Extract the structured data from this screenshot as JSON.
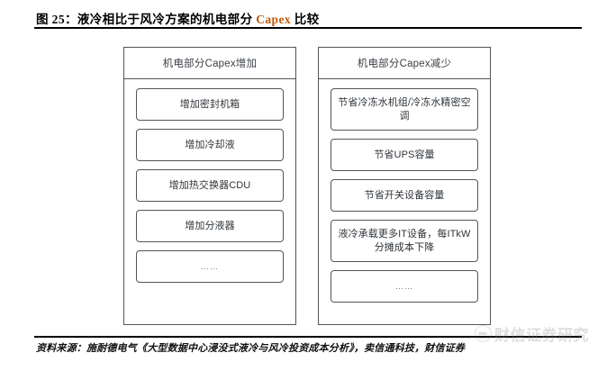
{
  "figure": {
    "title_prefix": "图 25：液冷相比于风冷方案的机电部分 ",
    "title_accent": "Capex",
    "title_suffix": " 比较"
  },
  "diagram": {
    "type": "comparison-columns",
    "panels": [
      {
        "id": "increase",
        "header": "机电部分Capex增加",
        "items": [
          {
            "text": "增加密封机箱",
            "lines": 1
          },
          {
            "text": "增加冷却液",
            "lines": 1
          },
          {
            "text": "增加热交换器CDU",
            "lines": 1
          },
          {
            "text": "增加分液器",
            "lines": 1
          },
          {
            "text": "……",
            "lines": 1,
            "ellipsis": true
          }
        ]
      },
      {
        "id": "decrease",
        "header": "机电部分Capex减少",
        "items": [
          {
            "text": "节省冷冻水机组/冷冻水精密空调",
            "lines": 2
          },
          {
            "text": "节省UPS容量",
            "lines": 1
          },
          {
            "text": "节省开关设备容量",
            "lines": 1
          },
          {
            "text": "液冷承载更多IT设备，每ITkW分摊成本下降",
            "lines": 2
          },
          {
            "text": "……",
            "lines": 1,
            "ellipsis": true
          }
        ]
      }
    ]
  },
  "footer": {
    "source": "资料来源：施耐德电气《大型数据中心浸没式液冷与风冷投资成本分析》，卖信通科技，财信证券"
  },
  "watermark": {
    "text": "财信证券研究"
  },
  "colors": {
    "accent": "#C05A12",
    "rule": "#000000",
    "box_border": "#51565d",
    "box_text": "#2f343a",
    "watermark": "#8d949b"
  }
}
